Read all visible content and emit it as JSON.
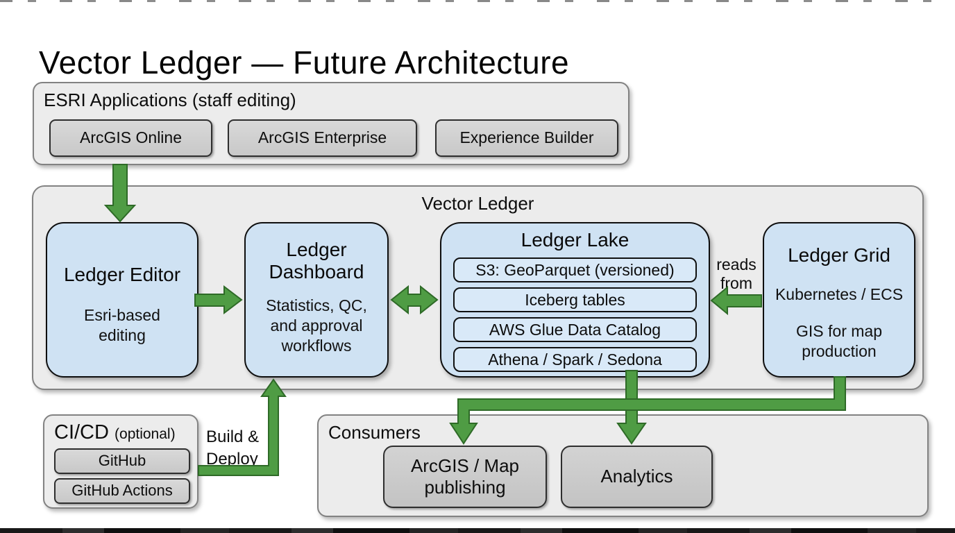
{
  "title": "Vector Ledger — Future Architecture",
  "esri": {
    "label": "ESRI Applications (staff editing)",
    "apps": [
      "ArcGIS Online",
      "ArcGIS Enterprise",
      "Experience Builder"
    ]
  },
  "vector_ledger": {
    "label": "Vector Ledger",
    "editor": {
      "title": "Ledger Editor",
      "subtitle": "Esri-based editing"
    },
    "dashboard": {
      "title": "Ledger Dashboard",
      "subtitle": "Statistics, QC, and approval workflows"
    },
    "lake": {
      "title": "Ledger Lake",
      "items": [
        "S3: GeoParquet (versioned)",
        "Iceberg tables",
        "AWS Glue Data Catalog",
        "Athena / Spark / Sedona"
      ]
    },
    "grid": {
      "title": "Ledger Grid",
      "subtitle1": "Kubernetes / ECS",
      "subtitle2": "GIS for map production"
    },
    "reads_from_label": "reads from"
  },
  "cicd": {
    "label": "CI/CD",
    "label_note": "(optional)",
    "items": [
      "GitHub",
      "GitHub Actions"
    ],
    "arrow_label": "Build & Deploy"
  },
  "consumers": {
    "label": "Consumers",
    "items": [
      "ArcGIS / Map publishing",
      "Analytics"
    ]
  },
  "colors": {
    "arrow_fill": "#4f9c44",
    "arrow_stroke": "#2e6a27",
    "box_blue": "#cfe2f3",
    "box_blue_inner": "#d9e9f8",
    "panel_gray": "#ececec",
    "button_gray": "#cccccc"
  }
}
